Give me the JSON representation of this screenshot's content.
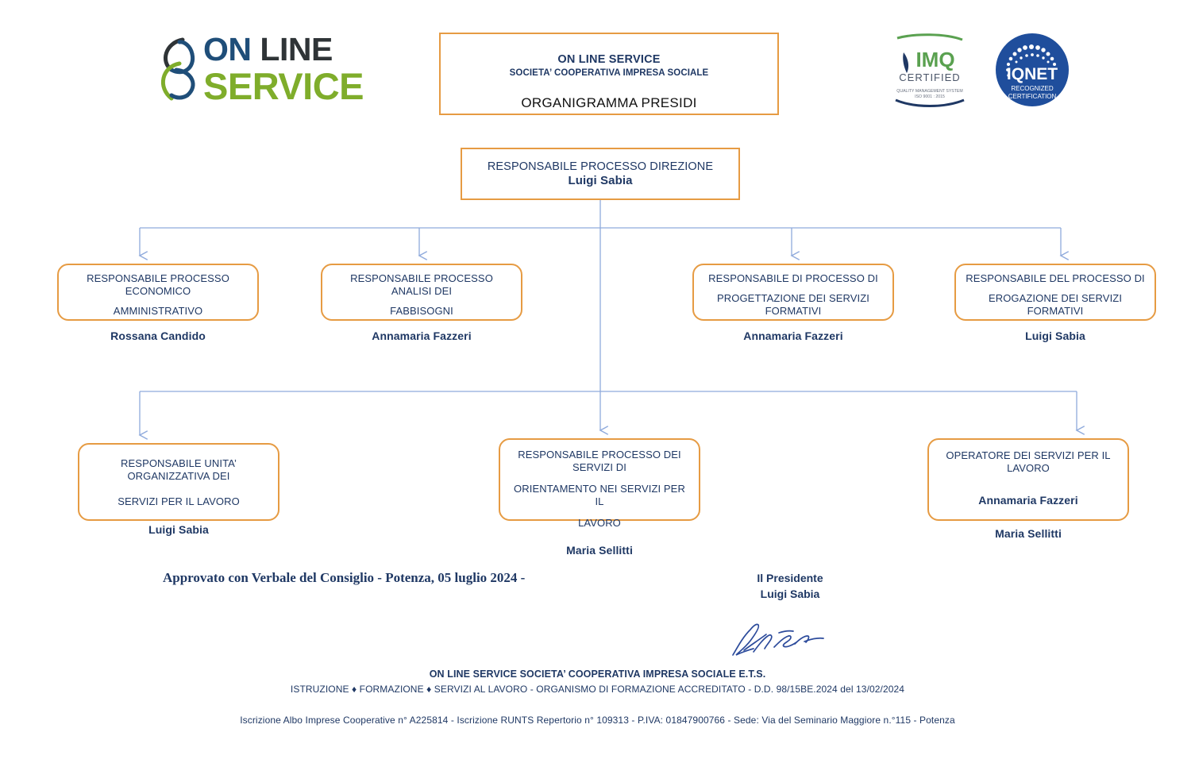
{
  "header": {
    "logo": {
      "mark": "swirl-logo-mark",
      "word_on": "ON",
      "word_line": "LINE",
      "word_service": "SERVICE",
      "colors": {
        "on": "#1f4e79",
        "line": "#2f3437",
        "service": "#7fad2b"
      }
    },
    "title_box": {
      "company": "ON LINE SERVICE",
      "subtitle": "SOCIETA’ COOPERATIVA IMPRESA SOCIALE",
      "document_title": "ORGANIGRAMMA PRESIDI",
      "border_color": "#e69b43"
    },
    "certifications": [
      {
        "name": "imq-certified-logo",
        "brand": "IMQ",
        "line1": "CERTIFIED",
        "line2": "QUALITY MANAGEMENT SYSTEM",
        "line3": "ISO 9001 : 2015"
      },
      {
        "name": "iqnet-logo",
        "brand": "IQNET",
        "line1": "RECOGNIZED",
        "line2": "CERTIFICATION"
      }
    ]
  },
  "chart_data": {
    "type": "org-chart",
    "title": "ORGANIGRAMMA PRESIDI",
    "box_border_color": "#e69b43",
    "connector_color": "#8faadc",
    "text_color": "#1f3864",
    "levels": [
      {
        "level": 1,
        "nodes": [
          {
            "id": "direzione",
            "role": "RESPONSABILE PROCESSO DIREZIONE",
            "people": [
              "Luigi Sabia"
            ]
          }
        ]
      },
      {
        "level": 2,
        "nodes": [
          {
            "id": "econ",
            "role": "RESPONSABILE PROCESSO ECONOMICO AMMINISTRATIVO",
            "role_line1": "RESPONSABILE PROCESSO ECONOMICO",
            "role_line2": "AMMINISTRATIVO",
            "people": [
              "Rossana Candido"
            ]
          },
          {
            "id": "fabb",
            "role": "RESPONSABILE PROCESSO ANALISI DEI FABBISOGNI",
            "role_line1": "RESPONSABILE PROCESSO ANALISI DEI",
            "role_line2": "FABBISOGNI",
            "people": [
              "Annamaria Fazzeri"
            ]
          },
          {
            "id": "prog",
            "role": "RESPONSABILE DI PROCESSO DI PROGETTAZIONE DEI SERVIZI FORMATIVI",
            "role_line1": "RESPONSABILE DI PROCESSO DI",
            "role_line2": "PROGETTAZIONE DEI SERVIZI FORMATIVI",
            "people": [
              "Annamaria Fazzeri"
            ]
          },
          {
            "id": "erog",
            "role": "RESPONSABILE DEL PROCESSO DI EROGAZIONE DEI SERVIZI FORMATIVI",
            "role_line1": "RESPONSABILE DEL PROCESSO DI",
            "role_line2": "EROGAZIONE DEI SERVIZI FORMATIVI",
            "people": [
              "Luigi Sabia"
            ]
          }
        ]
      },
      {
        "level": 3,
        "nodes": [
          {
            "id": "unita",
            "role": "RESPONSABILE UNITA’ ORGANIZZATIVA DEI SERVIZI PER IL LAVORO",
            "role_line1": "RESPONSABILE UNITA’ ORGANIZZATIVA DEI",
            "role_line2": "SERVIZI PER IL LAVORO",
            "people": [
              "Luigi Sabia"
            ]
          },
          {
            "id": "orient",
            "role": "RESPONSABILE PROCESSO DEI SERVIZI DI ORIENTAMENTO NEI SERVIZI PER IL LAVORO",
            "role_line1": "RESPONSABILE PROCESSO DEI SERVIZI DI",
            "role_line2": "ORIENTAMENTO NEI SERVIZI PER IL",
            "role_line3": "LAVORO",
            "people": [
              "Maria Sellitti"
            ]
          },
          {
            "id": "oper",
            "role": "OPERATORE DEI SERVIZI PER IL LAVORO",
            "role_line1": "OPERATORE DEI SERVIZI PER IL LAVORO",
            "people": [
              "Annamaria Fazzeri",
              "Maria Sellitti"
            ]
          }
        ]
      }
    ]
  },
  "footer": {
    "approved": "Approvato con Verbale del Consiglio -  Potenza, 05 luglio 2024 -",
    "president_label": "Il Presidente",
    "president_name": "Luigi Sabia",
    "signature": "handwritten-signature",
    "line1": "ON LINE SERVICE SOCIETA’ COOPERATIVA IMPRESA SOCIALE  E.T.S.",
    "line2": "ISTRUZIONE ♦ FORMAZIONE  ♦ SERVIZI AL LAVORO  - ORGANISMO DI FORMAZIONE ACCREDITATO -  D.D. 98/15BE.2024 del 13/02/2024",
    "line3": "Iscrizione Albo  Imprese Cooperative n° A225814 - Iscrizione RUNTS Repertorio n° 109313  - P.IVA: 01847900766 -  Sede: Via del Seminario Maggiore n.°115 - Potenza"
  }
}
